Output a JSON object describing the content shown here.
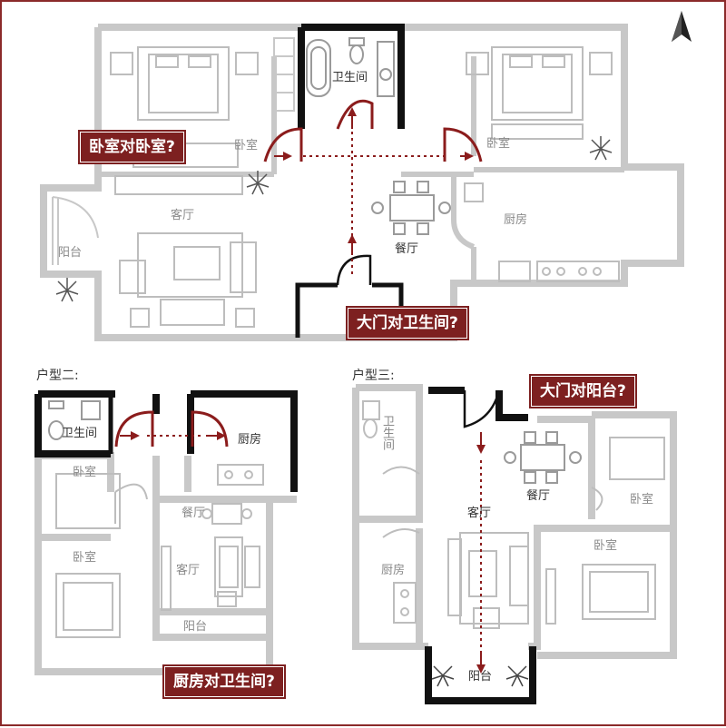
{
  "floorplan": {
    "top": {
      "rooms": {
        "bathroom": "卫生间",
        "bedroom_left": "卧室",
        "bedroom_right": "卧室",
        "living": "客厅",
        "dining": "餐厅",
        "kitchen": "厨房",
        "balcony": "阳台"
      },
      "callouts": {
        "bedroom_to_bedroom": "卧室对卧室?",
        "door_to_bathroom": "大门对卫生间?"
      }
    },
    "type2": {
      "heading": "户型二:",
      "rooms": {
        "bathroom": "卫生间",
        "kitchen": "厨房",
        "bedroom_small": "卧室",
        "dining": "餐厅",
        "bedroom_large": "卧室",
        "living": "客厅",
        "balcony": "阳台"
      },
      "callout": "厨房对卫生间?"
    },
    "type3": {
      "heading": "户型三:",
      "rooms": {
        "bathroom": "卫生间",
        "living": "客厅",
        "dining": "餐厅",
        "bedroom_top": "卧室",
        "kitchen": "厨房",
        "bedroom_bottom": "卧室",
        "balcony": "阳台"
      },
      "callout": "大门对阳台?"
    }
  },
  "icons": [
    "north-compass-icon",
    "bathtub-icon",
    "toilet-icon",
    "sink-icon",
    "bed-icon",
    "sofa-icon",
    "dining-table-icon",
    "plant-icon",
    "stove-icon",
    "door-swing-icon",
    "arrow-icon"
  ],
  "colors": {
    "accent": "#7d2020",
    "wall": "#c8c8c8",
    "wall_highlight": "#111111",
    "arrow": "#8b1c1c",
    "furniture": "#bdbdbd"
  }
}
